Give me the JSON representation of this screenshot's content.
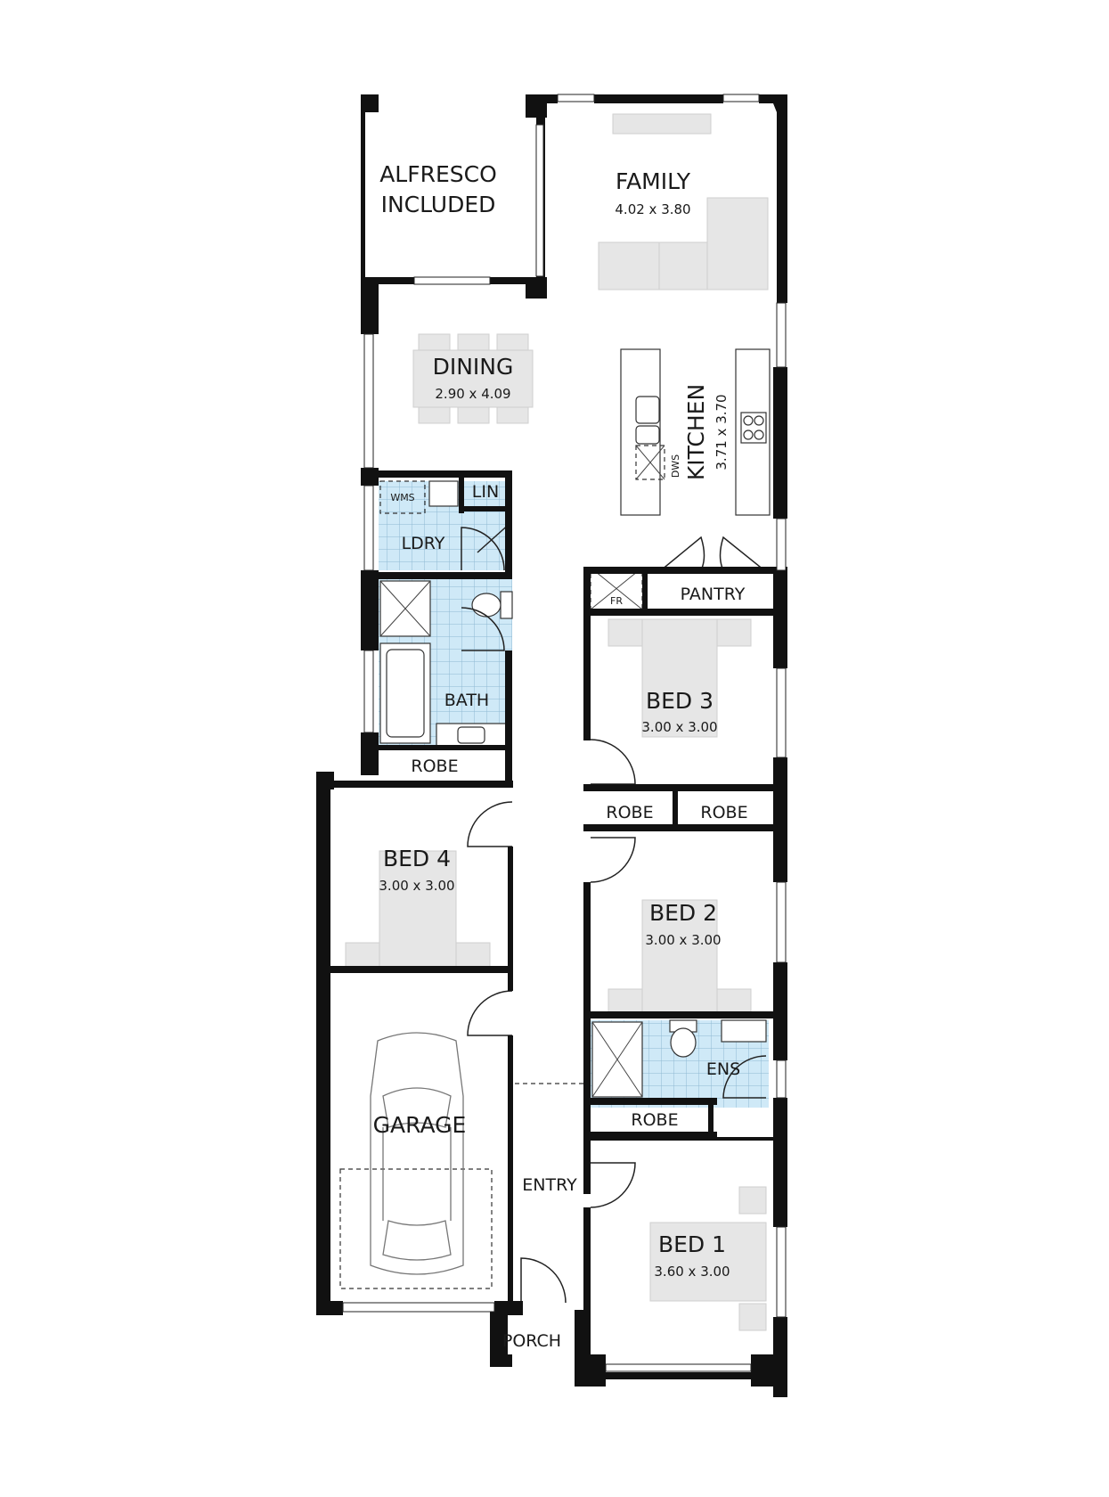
{
  "plan": {
    "colors": {
      "wall": "#111111",
      "wet_area_tile": "#cfe9f7",
      "tile_grid": "#8fb9d3",
      "furniture": "#e6e6e6"
    },
    "rooms": {
      "alfresco": {
        "line1": "ALFRESCO",
        "line2": "INCLUDED"
      },
      "family": {
        "name": "FAMILY",
        "size": "4.02 x 3.80"
      },
      "dining": {
        "name": "DINING",
        "size": "2.90 x 4.09"
      },
      "kitchen": {
        "name": "KITCHEN",
        "size": "3.71 x 3.70"
      },
      "laundry": {
        "name": "LDRY"
      },
      "linen": {
        "name": "LIN"
      },
      "pantry": {
        "name": "PANTRY"
      },
      "bath": {
        "name": "BATH"
      },
      "robe_bath": {
        "name": "ROBE"
      },
      "bed3": {
        "name": "BED 3",
        "size": "3.00 x 3.00"
      },
      "robe_bed3": {
        "name": "ROBE"
      },
      "robe_bed2": {
        "name": "ROBE"
      },
      "bed4": {
        "name": "BED 4",
        "size": "3.00 x 3.00"
      },
      "bed2": {
        "name": "BED 2",
        "size": "3.00 x 3.00"
      },
      "ensuite": {
        "name": "ENS"
      },
      "robe_bed1": {
        "name": "ROBE"
      },
      "garage": {
        "name": "GARAGE"
      },
      "entry": {
        "name": "ENTRY"
      },
      "bed1": {
        "name": "BED 1",
        "size": "3.60 x 3.00"
      },
      "porch": {
        "name": "PORCH"
      }
    },
    "fixture_tags": {
      "washing_machine": "WMS",
      "fridge": "FR",
      "dishwasher": "DWS"
    }
  }
}
